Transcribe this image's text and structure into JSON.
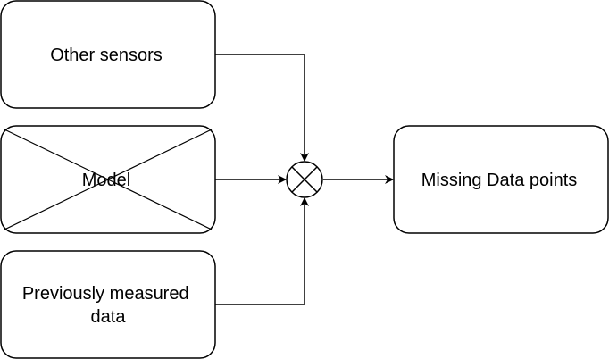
{
  "diagram": {
    "nodes": {
      "other_sensors": {
        "label": "Other sensors"
      },
      "model": {
        "label": "Model",
        "crossed_out": true
      },
      "previously_measured": {
        "label_lines": [
          "Previously measured",
          "data"
        ]
      },
      "missing_data": {
        "label": "Missing Data points"
      },
      "combiner": {
        "symbol": "circle-x-icon"
      }
    },
    "edges": [
      {
        "from": "other_sensors",
        "to": "combiner"
      },
      {
        "from": "model",
        "to": "combiner"
      },
      {
        "from": "previously_measured",
        "to": "combiner"
      },
      {
        "from": "combiner",
        "to": "missing_data"
      }
    ],
    "colors": {
      "stroke": "#000000",
      "fill": "#ffffff"
    }
  }
}
